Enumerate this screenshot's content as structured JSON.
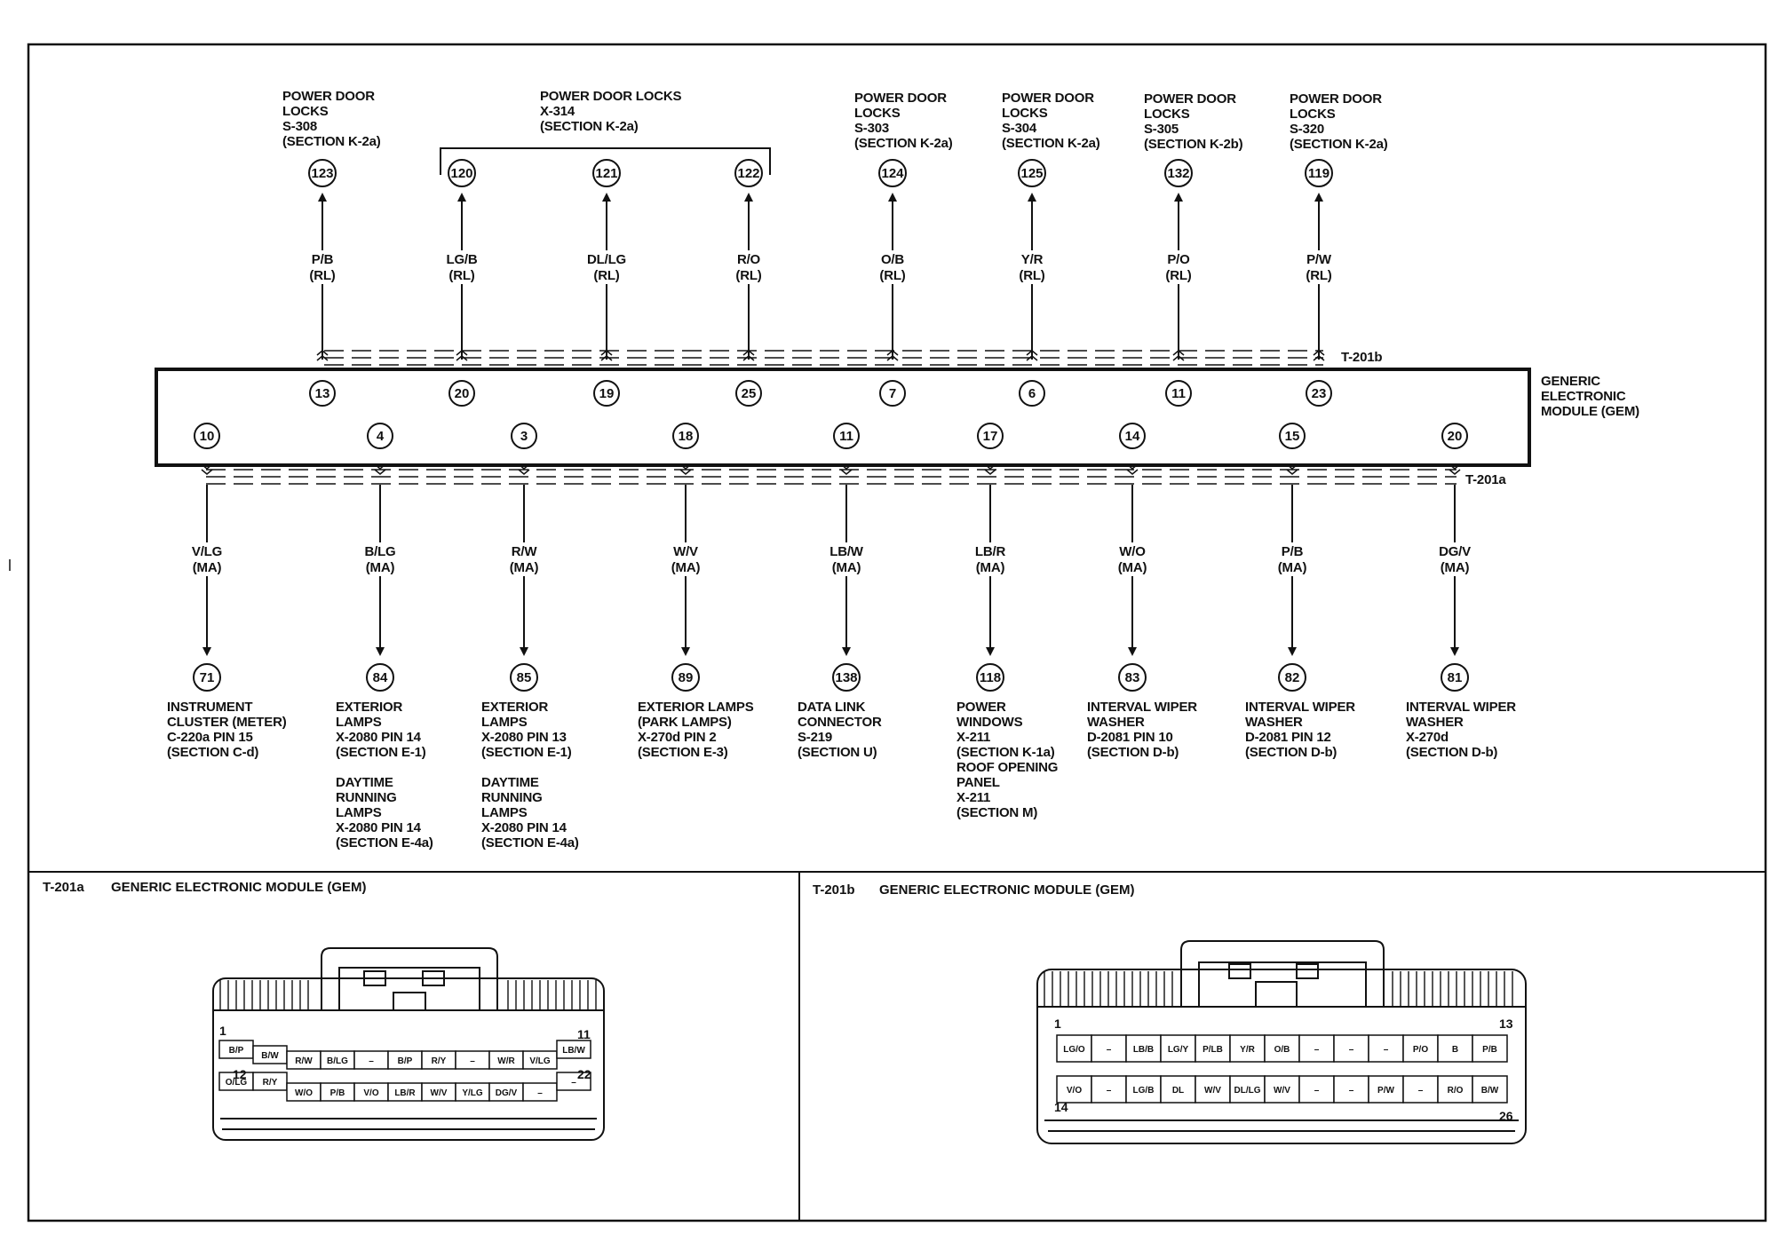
{
  "module_label": [
    "GENERIC",
    "ELECTRONIC",
    "MODULE (GEM)"
  ],
  "connector_t201b": "T-201b",
  "connector_t201a": "T-201a",
  "top_circuits": [
    {
      "circuit": "123",
      "wire": "P/B",
      "loc": "(RL)",
      "pin": "13",
      "desc": [
        "POWER DOOR",
        "LOCKS",
        "S-308",
        "(SECTION K-2a)"
      ]
    },
    {
      "circuit": "120",
      "wire": "LG/B",
      "loc": "(RL)",
      "pin": "20",
      "desc": []
    },
    {
      "circuit": "121",
      "wire": "DL/LG",
      "loc": "(RL)",
      "pin": "19",
      "desc": []
    },
    {
      "circuit": "122",
      "wire": "R/O",
      "loc": "(RL)",
      "pin": "25",
      "desc": []
    },
    {
      "circuit": "124",
      "wire": "O/B",
      "loc": "(RL)",
      "pin": "7",
      "desc": [
        "POWER DOOR",
        "LOCKS",
        "S-303",
        "(SECTION K-2a)"
      ]
    },
    {
      "circuit": "125",
      "wire": "Y/R",
      "loc": "(RL)",
      "pin": "6",
      "desc": [
        "POWER DOOR",
        "LOCKS",
        "S-304",
        "(SECTION K-2a)"
      ]
    },
    {
      "circuit": "132",
      "wire": "P/O",
      "loc": "(RL)",
      "pin": "11",
      "desc": [
        "POWER DOOR",
        "LOCKS",
        "S-305",
        "(SECTION K-2b)"
      ]
    },
    {
      "circuit": "119",
      "wire": "P/W",
      "loc": "(RL)",
      "pin": "23",
      "desc": [
        "POWER DOOR",
        "LOCKS",
        "S-320",
        "(SECTION K-2a)"
      ]
    }
  ],
  "x314_label": [
    "POWER DOOR LOCKS",
    "X-314",
    "(SECTION K-2a)"
  ],
  "bottom_circuits": [
    {
      "circuit": "71",
      "wire": "V/LG",
      "loc": "(MA)",
      "pin": "10",
      "desc": [
        "INSTRUMENT",
        "CLUSTER (METER)",
        "C-220a PIN 15",
        "(SECTION C-d)"
      ]
    },
    {
      "circuit": "84",
      "wire": "B/LG",
      "loc": "(MA)",
      "pin": "4",
      "desc": [
        "EXTERIOR",
        "LAMPS",
        "X-2080 PIN 14",
        "(SECTION E-1)",
        "",
        "DAYTIME",
        "RUNNING",
        "LAMPS",
        "X-2080 PIN 14",
        "(SECTION E-4a)"
      ]
    },
    {
      "circuit": "85",
      "wire": "R/W",
      "loc": "(MA)",
      "pin": "3",
      "desc": [
        "EXTERIOR",
        "LAMPS",
        "X-2080 PIN 13",
        "(SECTION E-1)",
        "",
        "DAYTIME",
        "RUNNING",
        "LAMPS",
        "X-2080 PIN 14",
        "(SECTION E-4a)"
      ]
    },
    {
      "circuit": "89",
      "wire": "W/V",
      "loc": "(MA)",
      "pin": "18",
      "desc": [
        "EXTERIOR LAMPS",
        "(PARK LAMPS)",
        "X-270d PIN 2",
        "(SECTION E-3)"
      ]
    },
    {
      "circuit": "138",
      "wire": "LB/W",
      "loc": "(MA)",
      "pin": "11",
      "desc": [
        "DATA LINK",
        "CONNECTOR",
        "S-219",
        "(SECTION U)"
      ]
    },
    {
      "circuit": "118",
      "wire": "LB/R",
      "loc": "(MA)",
      "pin": "17",
      "desc": [
        "POWER",
        "WINDOWS",
        "X-211",
        "(SECTION K-1a)",
        "ROOF OPENING",
        "PANEL",
        "X-211",
        "(SECTION M)"
      ]
    },
    {
      "circuit": "83",
      "wire": "W/O",
      "loc": "(MA)",
      "pin": "14",
      "desc": [
        "INTERVAL WIPER",
        "WASHER",
        "D-2081 PIN 10",
        "(SECTION D-b)"
      ]
    },
    {
      "circuit": "82",
      "wire": "P/B",
      "loc": "(MA)",
      "pin": "15",
      "desc": [
        "INTERVAL WIPER",
        "WASHER",
        "D-2081 PIN 12",
        "(SECTION D-b)"
      ]
    },
    {
      "circuit": "81",
      "wire": "DG/V",
      "loc": "(MA)",
      "pin": "20",
      "desc": [
        "INTERVAL WIPER",
        "WASHER",
        "X-270d",
        "(SECTION D-b)"
      ]
    }
  ],
  "connector_a": {
    "tag": "T-201a",
    "title": "GENERIC ELECTRONIC MODULE (GEM)",
    "nums": [
      "1",
      "11",
      "12",
      "22"
    ],
    "row1": [
      "B/P",
      "B/W",
      "R/W",
      "B/LG",
      "–",
      "B/P",
      "R/Y",
      "–",
      "W/R",
      "V/LG",
      "LB/W"
    ],
    "row2": [
      "O/LG",
      "R/Y",
      "W/O",
      "P/B",
      "V/O",
      "LB/R",
      "W/V",
      "Y/LG",
      "DG/V",
      "–",
      "–"
    ]
  },
  "connector_b": {
    "tag": "T-201b",
    "title": "GENERIC ELECTRONIC MODULE (GEM)",
    "nums": [
      "1",
      "13",
      "14",
      "26"
    ],
    "row1": [
      "LG/O",
      "–",
      "LB/B",
      "LG/Y",
      "P/LB",
      "Y/R",
      "O/B",
      "–",
      "–",
      "–",
      "P/O",
      "B",
      "P/B"
    ],
    "row2": [
      "V/O",
      "–",
      "LG/B",
      "DL",
      "W/V",
      "DL/LG",
      "W/V",
      "–",
      "–",
      "P/W",
      "–",
      "R/O",
      "B/W"
    ]
  }
}
